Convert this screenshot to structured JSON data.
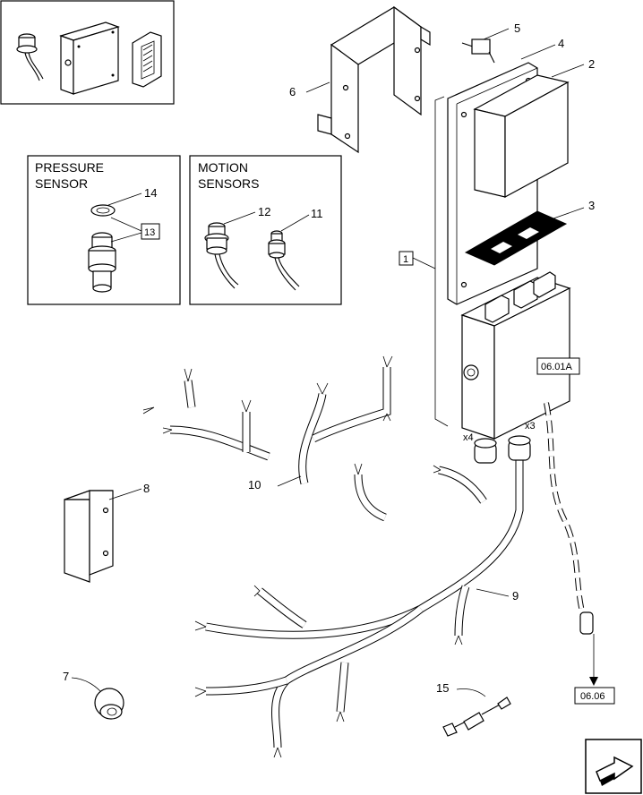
{
  "labels": {
    "pressure_sensor_title_1": "PRESSURE",
    "pressure_sensor_title_2": "SENSOR",
    "motion_sensors_title_1": "MOTION",
    "motion_sensors_title_2": "SENSORS",
    "callouts": {
      "c1": "1",
      "c2": "2",
      "c3": "3",
      "c4": "4",
      "c5": "5",
      "c6": "6",
      "c7": "7",
      "c8": "8",
      "c9": "9",
      "c10": "10",
      "c11": "11",
      "c12": "12",
      "c13": "13",
      "c14": "14",
      "c15": "15"
    },
    "ref_0601a": "06.01A",
    "ref_0606": "06.06",
    "x4": "x4",
    "x3": "x3"
  },
  "icons": {
    "nav": "next-page-arrow-icon"
  }
}
